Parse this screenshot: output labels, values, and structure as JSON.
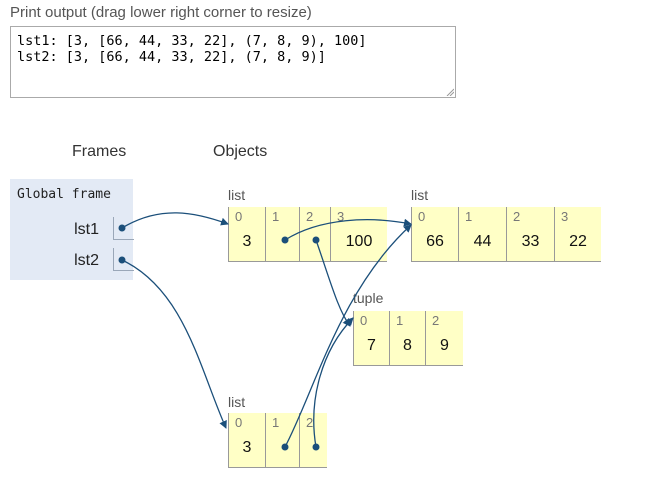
{
  "print": {
    "label": "Print output (drag lower right corner to resize)",
    "lines": [
      "lst1: [3, [66, 44, 33, 22], (7, 8, 9), 100]",
      "lst2: [3, [66, 44, 33, 22], (7, 8, 9)]"
    ]
  },
  "headers": {
    "frames": "Frames",
    "objects": "Objects"
  },
  "global_frame": {
    "title": "Global frame",
    "vars": [
      {
        "name": "lst1"
      },
      {
        "name": "lst2"
      }
    ]
  },
  "objects": {
    "list_a": {
      "type": "list",
      "cells": [
        {
          "index": "0",
          "value": "3"
        },
        {
          "index": "1",
          "value": ""
        },
        {
          "index": "2",
          "value": ""
        },
        {
          "index": "3",
          "value": "100"
        }
      ]
    },
    "list_b": {
      "type": "list",
      "cells": [
        {
          "index": "0",
          "value": "66"
        },
        {
          "index": "1",
          "value": "44"
        },
        {
          "index": "2",
          "value": "33"
        },
        {
          "index": "3",
          "value": "22"
        }
      ]
    },
    "tuple": {
      "type": "tuple",
      "cells": [
        {
          "index": "0",
          "value": "7"
        },
        {
          "index": "1",
          "value": "8"
        },
        {
          "index": "2",
          "value": "9"
        }
      ]
    },
    "list_c": {
      "type": "list",
      "cells": [
        {
          "index": "0",
          "value": "3"
        },
        {
          "index": "1",
          "value": ""
        },
        {
          "index": "2",
          "value": ""
        }
      ]
    }
  },
  "colors": {
    "pointer": "#1b4f7a",
    "object_bg": "#ffffc6",
    "frame_bg": "#e3eaf5"
  }
}
